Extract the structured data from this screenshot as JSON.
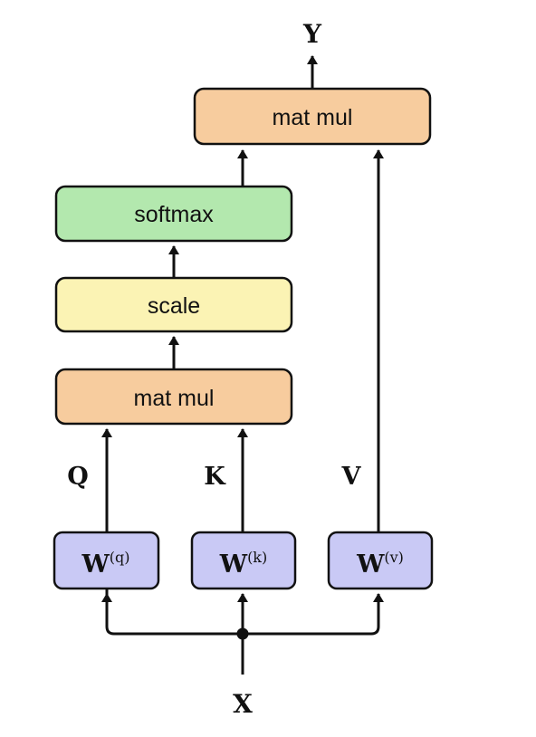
{
  "diagram": {
    "output_label": "Y",
    "input_label": "X",
    "colors": {
      "matmul": "#f7cc9e",
      "softmax": "#b3e8ae",
      "scale": "#fbf3b4",
      "weight": "#c9c9f5",
      "stroke": "#111111"
    },
    "blocks": {
      "matmul_top": "mat mul",
      "softmax": "softmax",
      "scale": "scale",
      "matmul_bottom": "mat mul"
    },
    "weights": {
      "q": {
        "base": "W",
        "sup": "(q)"
      },
      "k": {
        "base": "W",
        "sup": "(k)"
      },
      "v": {
        "base": "W",
        "sup": "(v)"
      }
    },
    "edge_labels": {
      "q": "Q",
      "k": "K",
      "v": "V"
    }
  }
}
